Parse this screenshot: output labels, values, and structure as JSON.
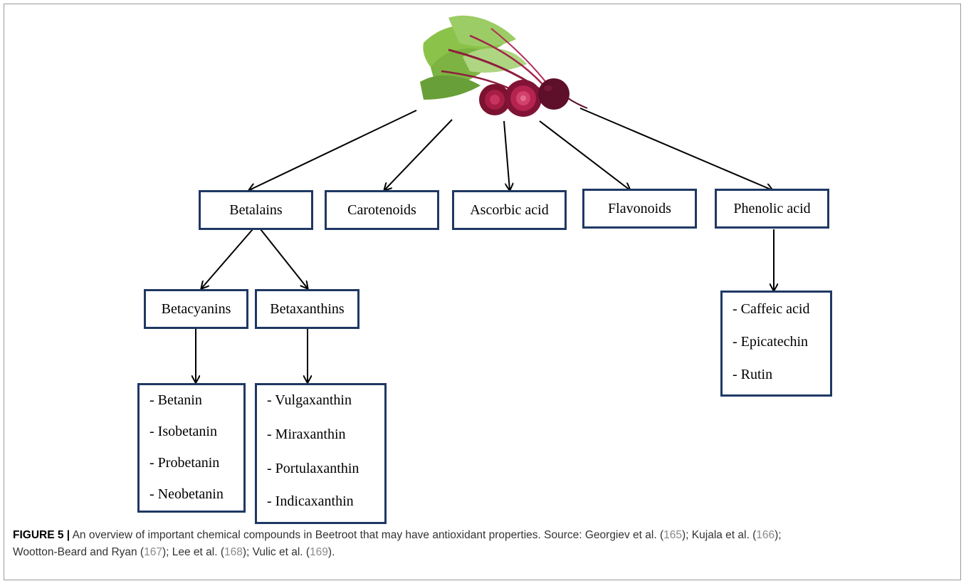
{
  "diagram": {
    "root_image": "beetroot-image",
    "categories": [
      "Betalains",
      "Carotenoids",
      "Ascorbic acid",
      "Flavonoids",
      "Phenolic acid"
    ],
    "betalains_subgroups": [
      "Betacyanins",
      "Betaxanthins"
    ],
    "betacyanins_list": [
      "- Betanin",
      "- Isobetanin",
      "- Probetanin",
      "- Neobetanin"
    ],
    "betaxanthins_list": [
      "- Vulgaxanthin",
      "- Miraxanthin",
      "- Portulaxanthin",
      "- Indicaxanthin"
    ],
    "phenolic_list": [
      "- Caffeic acid",
      "- Epicatechin",
      "- Rutin"
    ],
    "box_border_color": "#1f3864"
  },
  "caption": {
    "label": "FIGURE 5 |",
    "text1": " An overview of important chemical compounds in Beetroot that may have antioxidant properties. Source: Georgiev et al. (",
    "ref1": "165",
    "text2": "); Kujala et al. (",
    "ref2": "166",
    "text3": ");",
    "text4": "Wootton-Beard and Ryan (",
    "ref3": "167",
    "text5": "); Lee et al. (",
    "ref4": "168",
    "text6": "); Vulic et al. (",
    "ref5": "169",
    "text7": ")."
  }
}
